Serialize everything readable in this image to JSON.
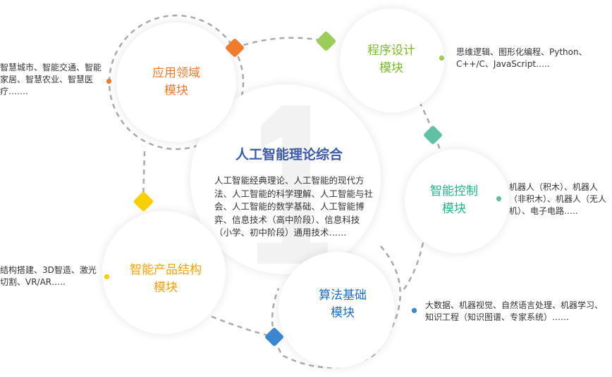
{
  "center": {
    "number": "1",
    "title": "人工智能理论综合",
    "body": "人工智能经典理论、人工智能的现代方法、人工智能的科学理解、人工智能与社会、人工智能的数学基础、人工智能博弈、信息技术（高中阶段）、信息科技（小学、初中阶段）通用技术……"
  },
  "modules": [
    {
      "title_line1": "应用领域",
      "title_line2": "模块",
      "color": "#f07b2c",
      "desc": "智慧城市、智能交通、智能家居、智慧农业、智慧医疗……."
    },
    {
      "title_line1": "程序设计",
      "title_line2": "模块",
      "color": "#7cb82f",
      "desc": "思维逻辑、图形化编程、Python、C++/C、JavaScript….."
    },
    {
      "title_line1": "智能控制",
      "title_line2": "模块",
      "color": "#1fb58b",
      "desc": "机器人（积木）、机器人（非积木）、机器人（无人机）、电子电路….."
    },
    {
      "title_line1": "智能产品结构",
      "title_line2": "模块",
      "color": "#f5a300",
      "desc": "结构搭建、3D智造、激光切割、VR/AR….."
    },
    {
      "title_line1": "算法基础",
      "title_line2": "模块",
      "color": "#1f6fc0",
      "desc": "大数据、机器视觉、自然语言处理、机器学习、知识工程（知识图谱、专家系统）……"
    }
  ]
}
